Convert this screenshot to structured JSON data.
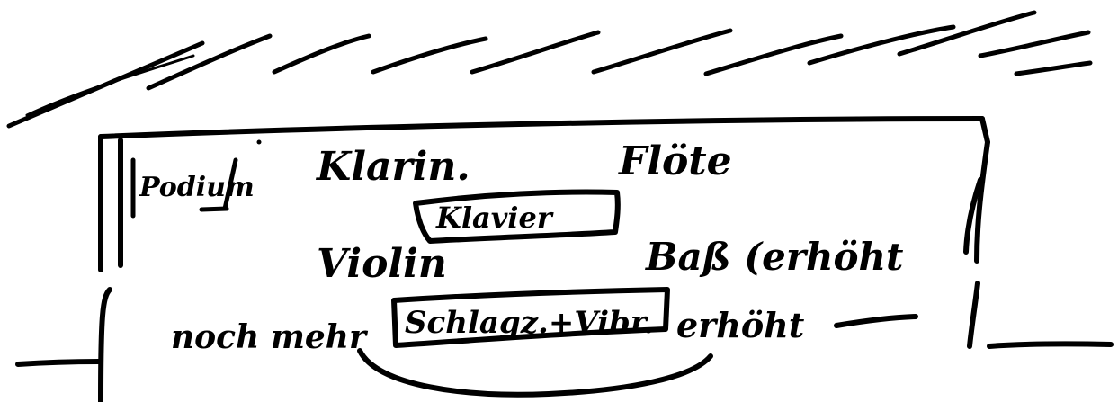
{
  "sketch": {
    "ink_color": "#000000",
    "background": "#ffffff",
    "labels": {
      "podium": "Podium",
      "klarin": "Klarin.",
      "flote": "Flöte",
      "klavier": "Klavier",
      "violin": "Violin",
      "bass": "Baß (erhöht",
      "noch_mehr": "noch mehr",
      "schlagz": "Schlagz.+Vibr.",
      "erhoht": "erhöht"
    }
  }
}
